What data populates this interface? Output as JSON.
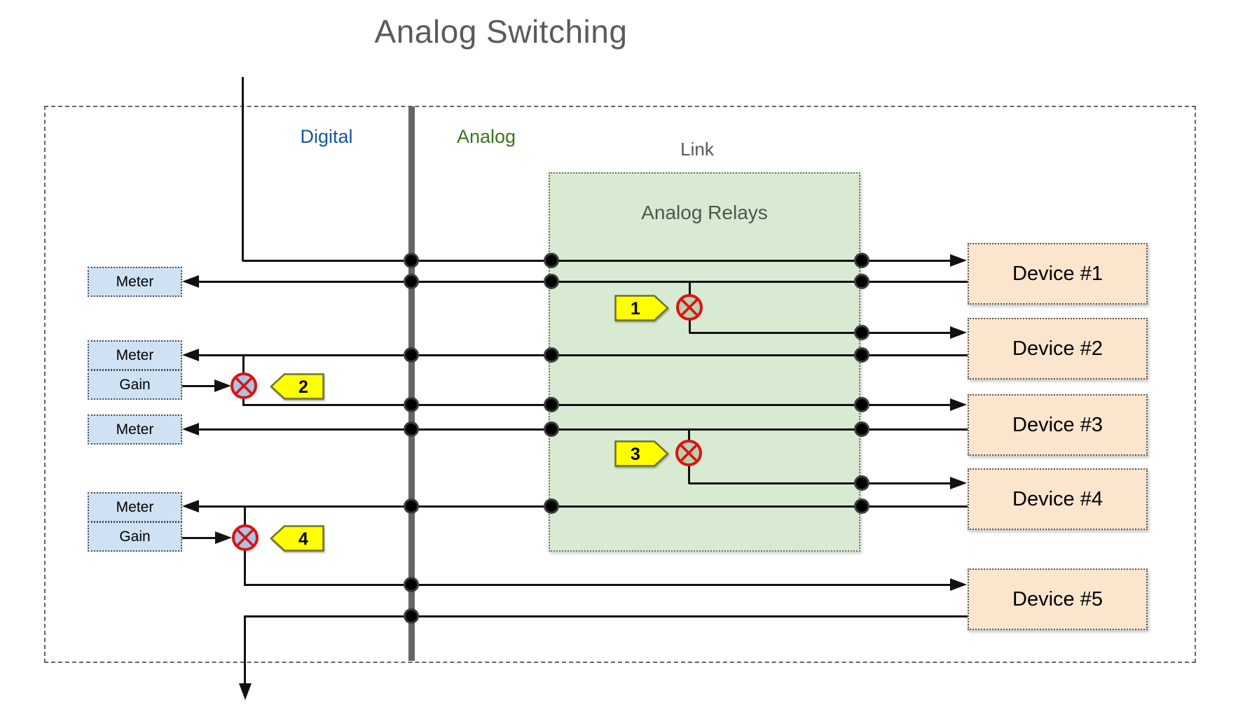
{
  "title": "Analog Switching",
  "zones": {
    "digital": "Digital",
    "analog": "Analog",
    "link": "Link",
    "relays_box": "Analog Relays"
  },
  "modules": {
    "meter1": "Meter",
    "meter2": "Meter",
    "gain2": "Gain",
    "meter3": "Meter",
    "meter4": "Meter",
    "gain4": "Gain"
  },
  "devices": [
    {
      "label": "Device #1"
    },
    {
      "label": "Device #2"
    },
    {
      "label": "Device #3"
    },
    {
      "label": "Device #4"
    },
    {
      "label": "Device #5"
    }
  ],
  "relays": [
    {
      "tag": "1"
    },
    {
      "tag": "2"
    },
    {
      "tag": "3"
    },
    {
      "tag": "4"
    }
  ],
  "colors": {
    "digital_blue": "#1657a0",
    "analog_green": "#38761d",
    "relay_red": "#dd1111",
    "tag_yellow": "#ffff00",
    "relays_box_green": "#d9ead3",
    "module_blue": "#cfe2f3",
    "device_orange": "#fce5cd",
    "title_gray": "#5b5b5b"
  }
}
